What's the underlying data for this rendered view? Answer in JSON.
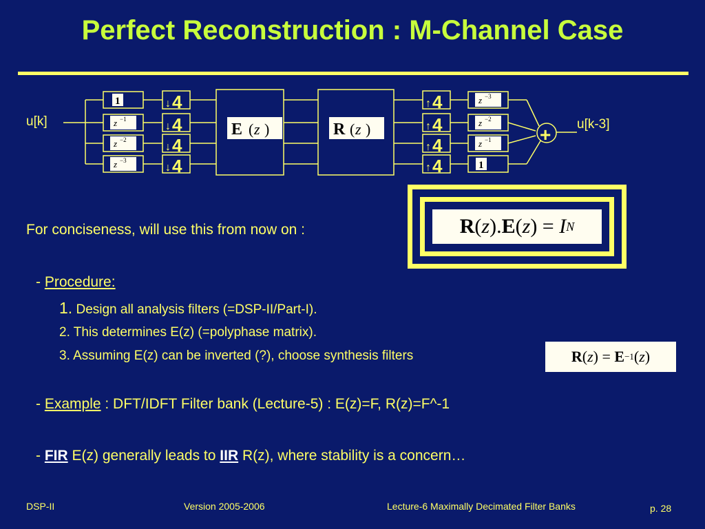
{
  "title": "Perfect Reconstruction : M-Channel Case",
  "diagram": {
    "input_label": "u[k]",
    "output_label": "u[k-3]",
    "delay_blocks": [
      "1",
      "z",
      "z",
      "z"
    ],
    "delay_exponents": [
      "",
      "−1",
      "−2",
      "−3"
    ],
    "downsample_arrow": "↓",
    "downsample_factor": "4",
    "polyphase_analysis": "E",
    "polyphase_synthesis": "R",
    "upsample_arrow": "↑",
    "upsample_factor": "4",
    "out_delay_blocks": [
      "z",
      "z",
      "z",
      "1"
    ],
    "out_delay_exponents": [
      "−3",
      "−2",
      "−1",
      ""
    ],
    "adder_symbol": "+"
  },
  "conciseness": "For conciseness, will use this from now on :",
  "pr_condition": {
    "R": "R",
    "E": "E",
    "z": "z",
    "I": "I",
    "N": "N"
  },
  "procedure": {
    "dash": "-",
    "heading": "Procedure:",
    "step1_num": "1.",
    "step1": "Design all analysis filters (=DSP-II/Part-I).",
    "step2": "2. This determines E(z) (=polyphase matrix).",
    "step3": "3. Assuming E(z) can be inverted (?), choose synthesis filters",
    "synthesis_eq": {
      "R": "R",
      "E": "E",
      "z": "z",
      "exp": "−1"
    }
  },
  "example": {
    "dash": "-",
    "label": "Example",
    "text": " : DFT/IDFT Filter bank (Lecture-5) : E(z)=F, R(z)=F^-1"
  },
  "fir_iir": {
    "dash": "-",
    "fir": "FIR",
    "mid": " E(z) generally leads to ",
    "iir": "IIR",
    "end": " R(z), where stability is  a concern…"
  },
  "footer": {
    "left": "DSP-II",
    "center": "Version 2005-2006",
    "right": "Lecture-6   Maximally Decimated Filter Banks",
    "page": "p. 28"
  }
}
